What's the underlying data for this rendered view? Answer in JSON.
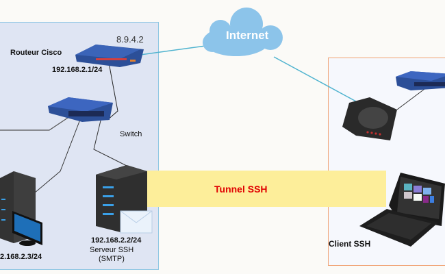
{
  "internet": {
    "label": "Internet"
  },
  "lan": {
    "router": {
      "name": "Routeur Cisco",
      "public_ip": "8.9.4.2",
      "private_ip": "192.168.2.1/24"
    },
    "switch": {
      "name": "Switch"
    },
    "workstation": {
      "ip": "2.168.2.3/24"
    },
    "ssh_server": {
      "ip": "192.168.2.2/24",
      "name": "Serveur SSH",
      "service": "(SMTP)"
    }
  },
  "tunnel": {
    "label": "Tunnel SSH"
  },
  "client": {
    "name": "Client SSH"
  },
  "colors": {
    "wan_link": "#4fb3cf",
    "tunnel_label": "#e00000",
    "tunnel_bg": "#fdee9a",
    "cloud": "#8cc4ea",
    "lan_zone": "#dfe5f3",
    "client_zone_border": "#f0a070"
  }
}
